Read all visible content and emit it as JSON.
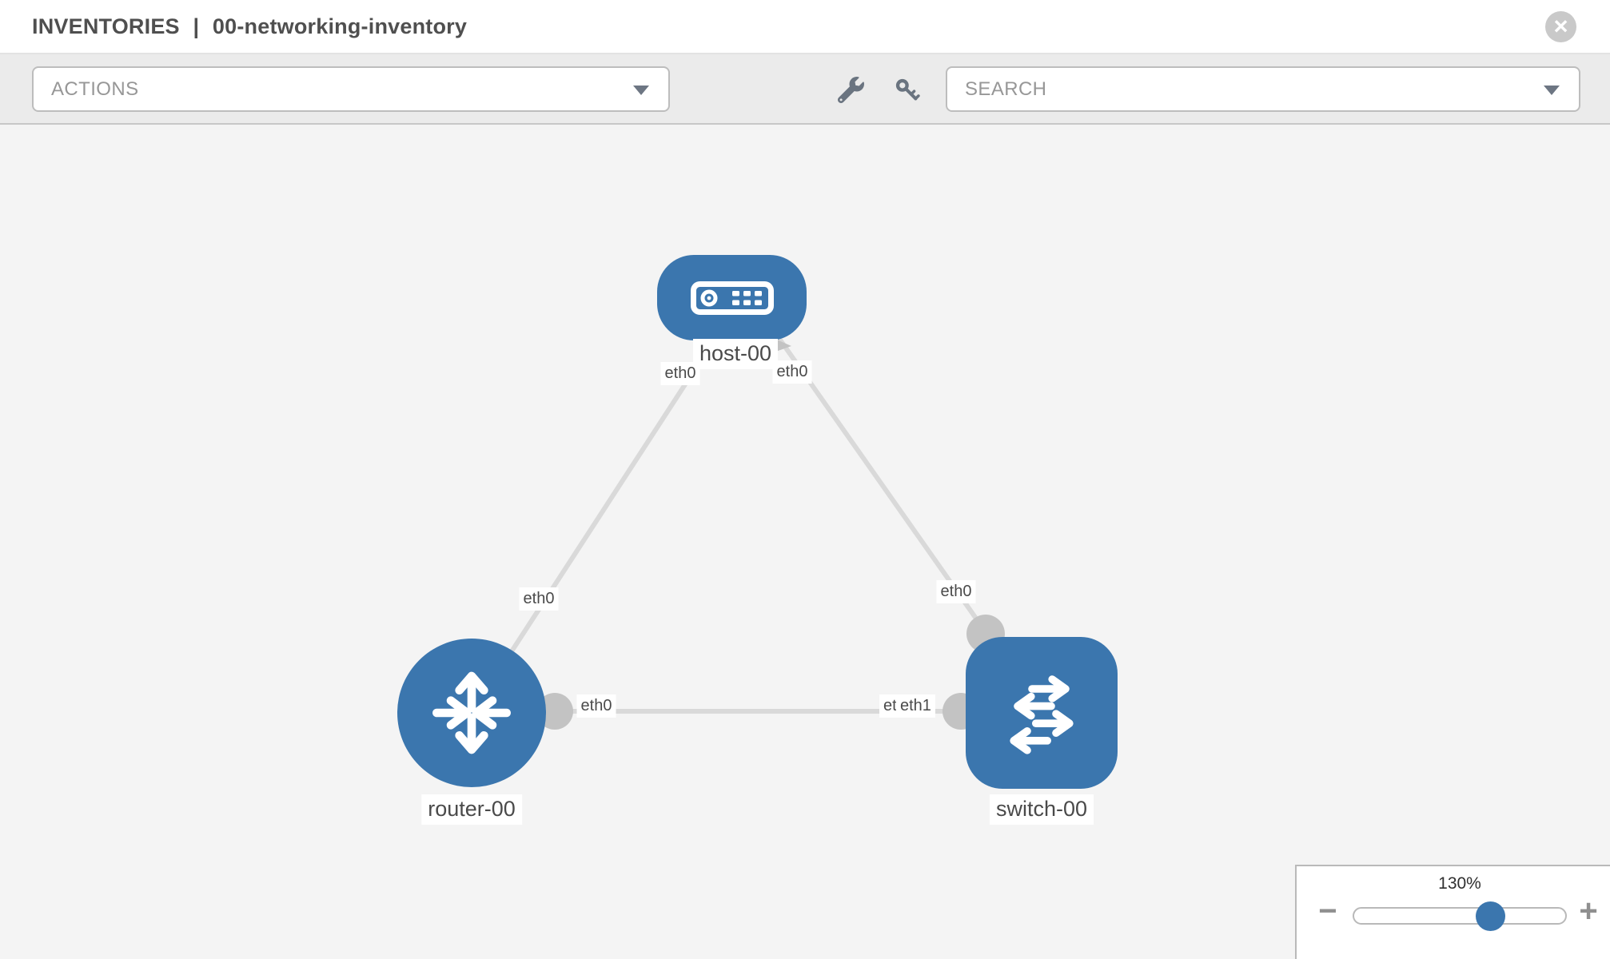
{
  "header": {
    "section": "INVENTORIES",
    "separator": "|",
    "inventory_name": "00-networking-inventory",
    "close_glyph": "×"
  },
  "toolbar": {
    "actions_label": "ACTIONS",
    "search_label": "SEARCH",
    "icons": [
      "wrench-icon",
      "key-icon",
      "caret-down-icon"
    ]
  },
  "topology": {
    "nodes": [
      {
        "id": "host-00",
        "type": "host",
        "label": "host-00"
      },
      {
        "id": "router-00",
        "type": "router",
        "label": "router-00"
      },
      {
        "id": "switch-00",
        "type": "switch",
        "label": "switch-00"
      }
    ],
    "links": [
      {
        "from": "router-00",
        "to": "host-00",
        "from_interface": "eth0",
        "to_interface": "eth0"
      },
      {
        "from": "switch-00",
        "to": "host-00",
        "from_interface": "eth0",
        "to_interface": "eth0"
      },
      {
        "from": "router-00",
        "to": "switch-00",
        "from_interface": "eth0",
        "to_interface": "eth1",
        "overlapped_interface": "eth0"
      }
    ]
  },
  "zoom_control": {
    "level": "130%",
    "zoom_out_glyph": "−",
    "zoom_in_glyph": "+"
  },
  "colors": {
    "node_blue": "#3b76ae",
    "link_gray": "#d9d9d9",
    "endpoint_gray": "#c3c3c3",
    "canvas_bg": "#f4f4f4"
  }
}
